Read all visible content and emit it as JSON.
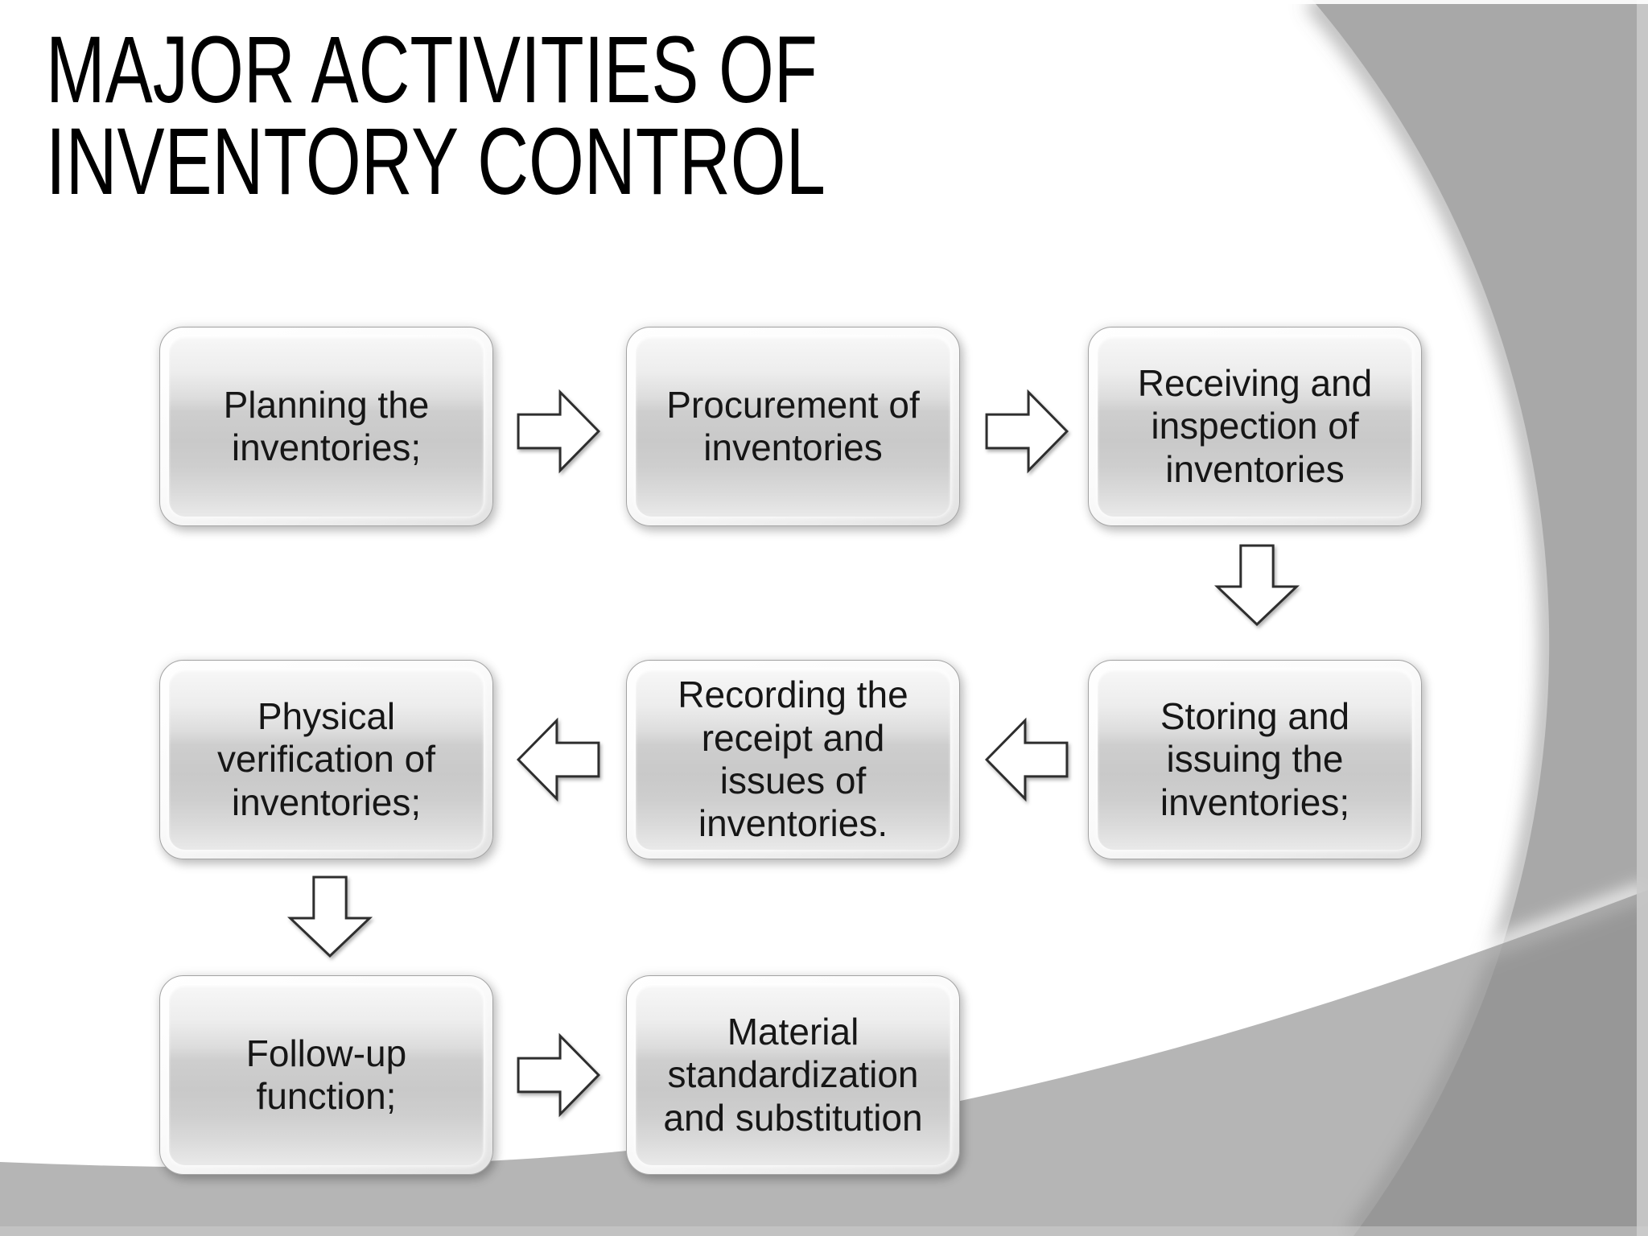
{
  "title": {
    "line1": "MAJOR ACTIVITIES OF",
    "line2": "INVENTORY CONTROL"
  },
  "flow_boxes": [
    {
      "id": "planning",
      "label": "Planning the inventories;"
    },
    {
      "id": "procurement",
      "label": "Procurement of inventories"
    },
    {
      "id": "receiving-inspection",
      "label": "Receiving and inspection of inventories"
    },
    {
      "id": "storing-issuing",
      "label": "Storing and issuing the inventories;"
    },
    {
      "id": "recording",
      "label": "Recording the receipt and issues of inventories."
    },
    {
      "id": "physical-verification",
      "label": "Physical verification of inventories;"
    },
    {
      "id": "follow-up",
      "label": "Follow-up function;"
    },
    {
      "id": "material-standardization",
      "label": "Material standardization and substitution"
    }
  ],
  "arrows": [
    {
      "from": "planning",
      "to": "procurement",
      "direction": "right"
    },
    {
      "from": "procurement",
      "to": "receiving-inspection",
      "direction": "right"
    },
    {
      "from": "receiving-inspection",
      "to": "storing-issuing",
      "direction": "down"
    },
    {
      "from": "storing-issuing",
      "to": "recording",
      "direction": "left"
    },
    {
      "from": "recording",
      "to": "physical-verification",
      "direction": "left"
    },
    {
      "from": "physical-verification",
      "to": "follow-up",
      "direction": "down"
    },
    {
      "from": "follow-up",
      "to": "material-standardization",
      "direction": "right"
    }
  ],
  "icons": {
    "right": "block-arrow-right-icon",
    "left": "block-arrow-left-icon",
    "down": "block-arrow-down-icon"
  },
  "colors": {
    "slide_background": "#ffffff",
    "right_panel_gray": "#a8a8a8",
    "bottom_band_over_white": "#b5b5b5",
    "bottom_band_over_panel": "#979797",
    "right_edge_strip": "#c9c9c9",
    "box_outline": "#a3a3a3",
    "box_gradient_top": "#f7f7f7",
    "box_gradient_mid": "#c9c9c9",
    "box_text": "#161616",
    "title_text": "#000000",
    "arrow_fill": "#ffffff",
    "arrow_outline": "#2e2e2e"
  }
}
